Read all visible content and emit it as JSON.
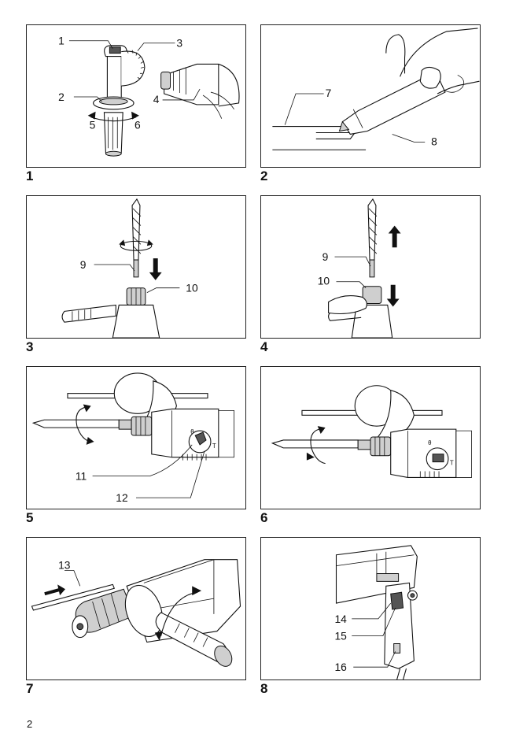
{
  "page_number": "2",
  "figures": [
    {
      "number": "1",
      "callouts": [
        "1",
        "2",
        "3",
        "4",
        "5",
        "6"
      ]
    },
    {
      "number": "2",
      "callouts": [
        "7",
        "8"
      ]
    },
    {
      "number": "3",
      "callouts": [
        "9",
        "10"
      ]
    },
    {
      "number": "4",
      "callouts": [
        "9",
        "10"
      ]
    },
    {
      "number": "5",
      "callouts": [
        "11",
        "12"
      ]
    },
    {
      "number": "6",
      "callouts": []
    },
    {
      "number": "7",
      "callouts": [
        "13"
      ]
    },
    {
      "number": "8",
      "callouts": [
        "14",
        "15",
        "16"
      ]
    }
  ]
}
